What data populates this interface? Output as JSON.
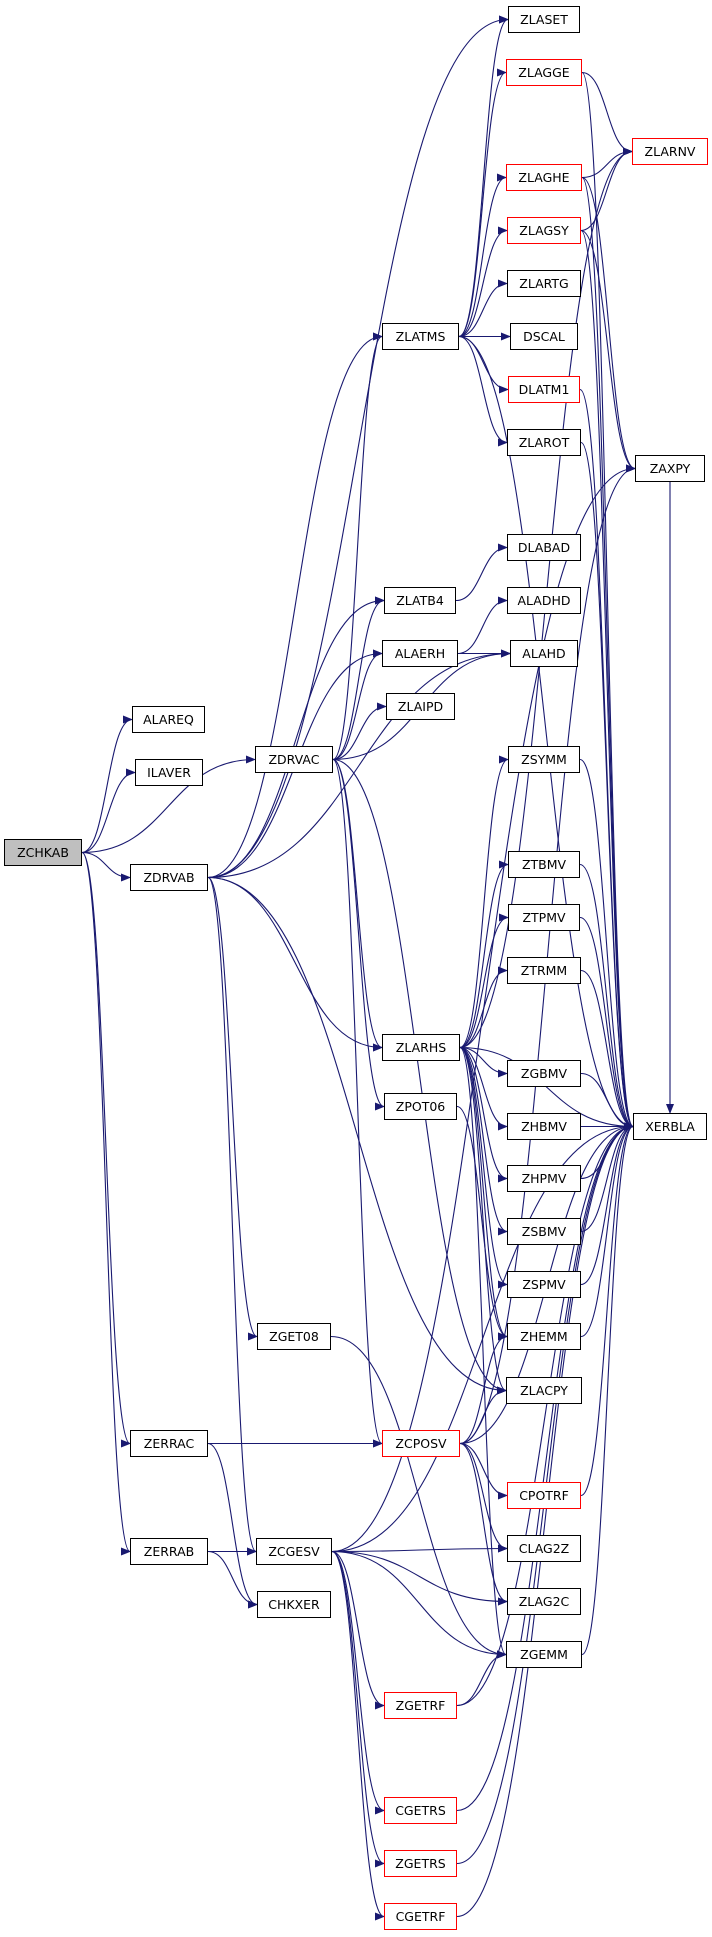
{
  "colors": {
    "edge": "#191970",
    "border": "#000000",
    "missing_border": "#ff0000",
    "root_fill": "#bfbfbf"
  },
  "nodes": {
    "ZCHKAB": {
      "label": "ZCHKAB",
      "root": true
    },
    "ALAREQ": {
      "label": "ALAREQ"
    },
    "ILAVER": {
      "label": "ILAVER"
    },
    "ZDRVAB": {
      "label": "ZDRVAB"
    },
    "ZDRVAC": {
      "label": "ZDRVAC"
    },
    "ZERRAC": {
      "label": "ZERRAC"
    },
    "ZERRAB": {
      "label": "ZERRAB"
    },
    "ZGET08": {
      "label": "ZGET08"
    },
    "ZCGESV": {
      "label": "ZCGESV"
    },
    "CHKXER": {
      "label": "CHKXER"
    },
    "ZLATMS": {
      "label": "ZLATMS"
    },
    "ZLATB4": {
      "label": "ZLATB4"
    },
    "ALAERH": {
      "label": "ALAERH"
    },
    "ZLAIPD": {
      "label": "ZLAIPD"
    },
    "ZLARHS": {
      "label": "ZLARHS"
    },
    "ZPOT06": {
      "label": "ZPOT06"
    },
    "ZCPOSV": {
      "label": "ZCPOSV",
      "missing": true
    },
    "ZGETRF": {
      "label": "ZGETRF",
      "missing": true
    },
    "CGETRS": {
      "label": "CGETRS",
      "missing": true
    },
    "ZGETRS": {
      "label": "ZGETRS",
      "missing": true
    },
    "CGETRF": {
      "label": "CGETRF",
      "missing": true
    },
    "ZLASET": {
      "label": "ZLASET"
    },
    "ZLAGGE": {
      "label": "ZLAGGE",
      "missing": true
    },
    "ZLAGHE": {
      "label": "ZLAGHE",
      "missing": true
    },
    "ZLAGSY": {
      "label": "ZLAGSY",
      "missing": true
    },
    "ZLARTG": {
      "label": "ZLARTG"
    },
    "DSCAL": {
      "label": "DSCAL"
    },
    "DLATM1": {
      "label": "DLATM1",
      "missing": true
    },
    "ZLAROT": {
      "label": "ZLAROT"
    },
    "DLABAD": {
      "label": "DLABAD"
    },
    "ALADHD": {
      "label": "ALADHD"
    },
    "ALAHD": {
      "label": "ALAHD"
    },
    "ZSYMM": {
      "label": "ZSYMM"
    },
    "ZTBMV": {
      "label": "ZTBMV"
    },
    "ZTPMV": {
      "label": "ZTPMV"
    },
    "ZTRMM": {
      "label": "ZTRMM"
    },
    "ZGBMV": {
      "label": "ZGBMV"
    },
    "ZHBMV": {
      "label": "ZHBMV"
    },
    "ZHPMV": {
      "label": "ZHPMV"
    },
    "ZSBMV": {
      "label": "ZSBMV"
    },
    "ZSPMV": {
      "label": "ZSPMV"
    },
    "ZHEMM": {
      "label": "ZHEMM"
    },
    "ZLACPY": {
      "label": "ZLACPY"
    },
    "CPOTRF": {
      "label": "CPOTRF",
      "missing": true
    },
    "CLAG2Z": {
      "label": "CLAG2Z"
    },
    "ZLAG2C": {
      "label": "ZLAG2C"
    },
    "ZGEMM": {
      "label": "ZGEMM"
    },
    "ZLARNV": {
      "label": "ZLARNV",
      "missing": true
    },
    "ZAXPY": {
      "label": "ZAXPY"
    },
    "XERBLA": {
      "label": "XERBLA"
    }
  },
  "edges": [
    [
      "ZCHKAB",
      "ALAREQ"
    ],
    [
      "ZCHKAB",
      "ILAVER"
    ],
    [
      "ZCHKAB",
      "ZDRVAB"
    ],
    [
      "ZCHKAB",
      "ZDRVAC"
    ],
    [
      "ZCHKAB",
      "ZERRAC"
    ],
    [
      "ZCHKAB",
      "ZERRAB"
    ],
    [
      "ZDRVAB",
      "ZLASET"
    ],
    [
      "ZDRVAB",
      "ZLATMS"
    ],
    [
      "ZDRVAB",
      "ZLATB4"
    ],
    [
      "ZDRVAB",
      "ALAERH"
    ],
    [
      "ZDRVAB",
      "ALAHD"
    ],
    [
      "ZDRVAB",
      "ZLARHS"
    ],
    [
      "ZDRVAB",
      "ZLACPY"
    ],
    [
      "ZDRVAB",
      "ZGET08"
    ],
    [
      "ZDRVAB",
      "ZCGESV"
    ],
    [
      "ZDRVAC",
      "ZLATMS"
    ],
    [
      "ZDRVAC",
      "ZLATB4"
    ],
    [
      "ZDRVAC",
      "ALAERH"
    ],
    [
      "ZDRVAC",
      "ZLAIPD"
    ],
    [
      "ZDRVAC",
      "ALAHD"
    ],
    [
      "ZDRVAC",
      "ZLARHS"
    ],
    [
      "ZDRVAC",
      "ZPOT06"
    ],
    [
      "ZDRVAC",
      "ZLACPY"
    ],
    [
      "ZDRVAC",
      "ZCPOSV"
    ],
    [
      "ZERRAC",
      "ZCPOSV"
    ],
    [
      "ZERRAC",
      "CHKXER"
    ],
    [
      "ZERRAB",
      "ZCGESV"
    ],
    [
      "ZERRAB",
      "CHKXER"
    ],
    [
      "ZGET08",
      "ZGEMM"
    ],
    [
      "ZCGESV",
      "ZAXPY"
    ],
    [
      "ZCGESV",
      "CLAG2Z"
    ],
    [
      "ZCGESV",
      "ZLAG2C"
    ],
    [
      "ZCGESV",
      "ZGEMM"
    ],
    [
      "ZCGESV",
      "ZGETRF"
    ],
    [
      "ZCGESV",
      "XERBLA"
    ],
    [
      "ZCGESV",
      "CGETRS"
    ],
    [
      "ZCGESV",
      "ZGETRS"
    ],
    [
      "ZCGESV",
      "CGETRF"
    ],
    [
      "ZLATMS",
      "ZLASET"
    ],
    [
      "ZLATMS",
      "ZLAGGE"
    ],
    [
      "ZLATMS",
      "ZLAGHE"
    ],
    [
      "ZLATMS",
      "ZLAGSY"
    ],
    [
      "ZLATMS",
      "ZLARTG"
    ],
    [
      "ZLATMS",
      "DSCAL"
    ],
    [
      "ZLATMS",
      "DLATM1"
    ],
    [
      "ZLATMS",
      "ZLAROT"
    ],
    [
      "ZLATMS",
      "XERBLA"
    ],
    [
      "ZLATB4",
      "DLABAD"
    ],
    [
      "ALAERH",
      "ALADHD"
    ],
    [
      "ALAERH",
      "ALAHD"
    ],
    [
      "ZLARHS",
      "ZLARNV"
    ],
    [
      "ZLARHS",
      "ZSYMM"
    ],
    [
      "ZLARHS",
      "ZTBMV"
    ],
    [
      "ZLARHS",
      "ZTPMV"
    ],
    [
      "ZLARHS",
      "ZTRMM"
    ],
    [
      "ZLARHS",
      "ZGBMV"
    ],
    [
      "ZLARHS",
      "ZHBMV"
    ],
    [
      "ZLARHS",
      "ZHPMV"
    ],
    [
      "ZLARHS",
      "ZSBMV"
    ],
    [
      "ZLARHS",
      "ZSPMV"
    ],
    [
      "ZLARHS",
      "ZHEMM"
    ],
    [
      "ZLARHS",
      "ZLACPY"
    ],
    [
      "ZLARHS",
      "ZGEMM"
    ],
    [
      "ZLARHS",
      "XERBLA"
    ],
    [
      "ZPOT06",
      "ZHEMM"
    ],
    [
      "ZCPOSV",
      "ZAXPY"
    ],
    [
      "ZCPOSV",
      "ZHEMM"
    ],
    [
      "ZCPOSV",
      "ZLACPY"
    ],
    [
      "ZCPOSV",
      "CPOTRF"
    ],
    [
      "ZCPOSV",
      "CLAG2Z"
    ],
    [
      "ZCPOSV",
      "ZLAG2C"
    ],
    [
      "ZCPOSV",
      "XERBLA"
    ],
    [
      "ZGETRF",
      "ZGEMM"
    ],
    [
      "ZGETRF",
      "XERBLA"
    ],
    [
      "CGETRS",
      "XERBLA"
    ],
    [
      "ZGETRS",
      "XERBLA"
    ],
    [
      "CGETRF",
      "XERBLA"
    ],
    [
      "ZLAGGE",
      "ZLARNV"
    ],
    [
      "ZLAGGE",
      "XERBLA"
    ],
    [
      "ZLAGHE",
      "ZLARNV"
    ],
    [
      "ZLAGHE",
      "ZAXPY"
    ],
    [
      "ZLAGHE",
      "XERBLA"
    ],
    [
      "ZLAGSY",
      "ZLARNV"
    ],
    [
      "ZLAGSY",
      "ZAXPY"
    ],
    [
      "ZLAGSY",
      "XERBLA"
    ],
    [
      "DLATM1",
      "XERBLA"
    ],
    [
      "ZLAROT",
      "XERBLA"
    ],
    [
      "ZSYMM",
      "XERBLA"
    ],
    [
      "ZTBMV",
      "XERBLA"
    ],
    [
      "ZTPMV",
      "XERBLA"
    ],
    [
      "ZTRMM",
      "XERBLA"
    ],
    [
      "ZGBMV",
      "XERBLA"
    ],
    [
      "ZHBMV",
      "XERBLA"
    ],
    [
      "ZHPMV",
      "XERBLA"
    ],
    [
      "ZSBMV",
      "XERBLA"
    ],
    [
      "ZSPMV",
      "XERBLA"
    ],
    [
      "ZHEMM",
      "XERBLA"
    ],
    [
      "CPOTRF",
      "XERBLA"
    ],
    [
      "ZGEMM",
      "XERBLA"
    ],
    [
      "ZAXPY",
      "XERBLA"
    ]
  ]
}
